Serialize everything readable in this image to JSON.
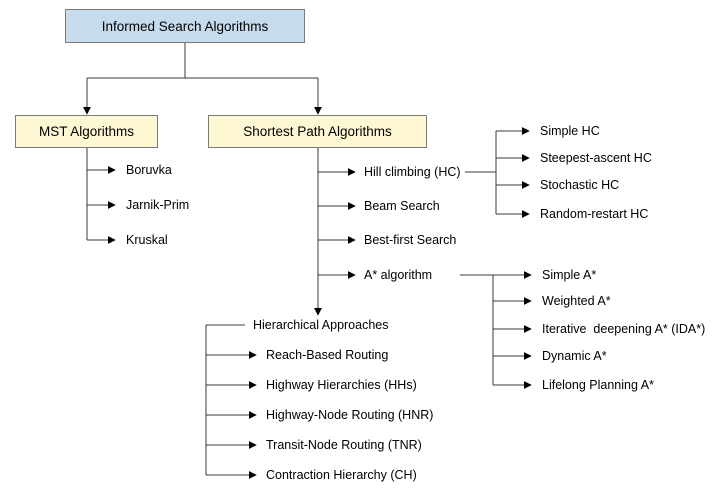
{
  "root": "Informed Search Algorithms",
  "categories": {
    "mst": "MST Algorithms",
    "shortest_path": "Shortest Path Algorithms"
  },
  "mst_items": [
    "Boruvka",
    "Jarnik-Prim",
    "Kruskal"
  ],
  "shortest_path_items": [
    "Hill climbing (HC)",
    "Beam Search",
    "Best-first Search",
    "A* algorithm"
  ],
  "hill_climbing_variants": [
    "Simple HC",
    "Steepest-ascent HC",
    "Stochastic HC",
    "Random-restart HC"
  ],
  "a_star_variants": [
    "Simple A*",
    "Weighted A*",
    "Iterative  deepening A* (IDA*)",
    "Dynamic A*",
    "Lifelong Planning A*"
  ],
  "hierarchical": {
    "title": "Hierarchical Approaches",
    "items": [
      "Reach-Based Routing",
      "Highway Hierarchies (HHs)",
      "Highway-Node Routing (HNR)",
      "Transit-Node Routing (TNR)",
      "Contraction Hierarchy (CH)"
    ]
  },
  "colors": {
    "root_fill": "#c6dcec",
    "category_fill": "#fef7d4",
    "border": "#7a7a7a",
    "line": "#3a3a3a"
  }
}
